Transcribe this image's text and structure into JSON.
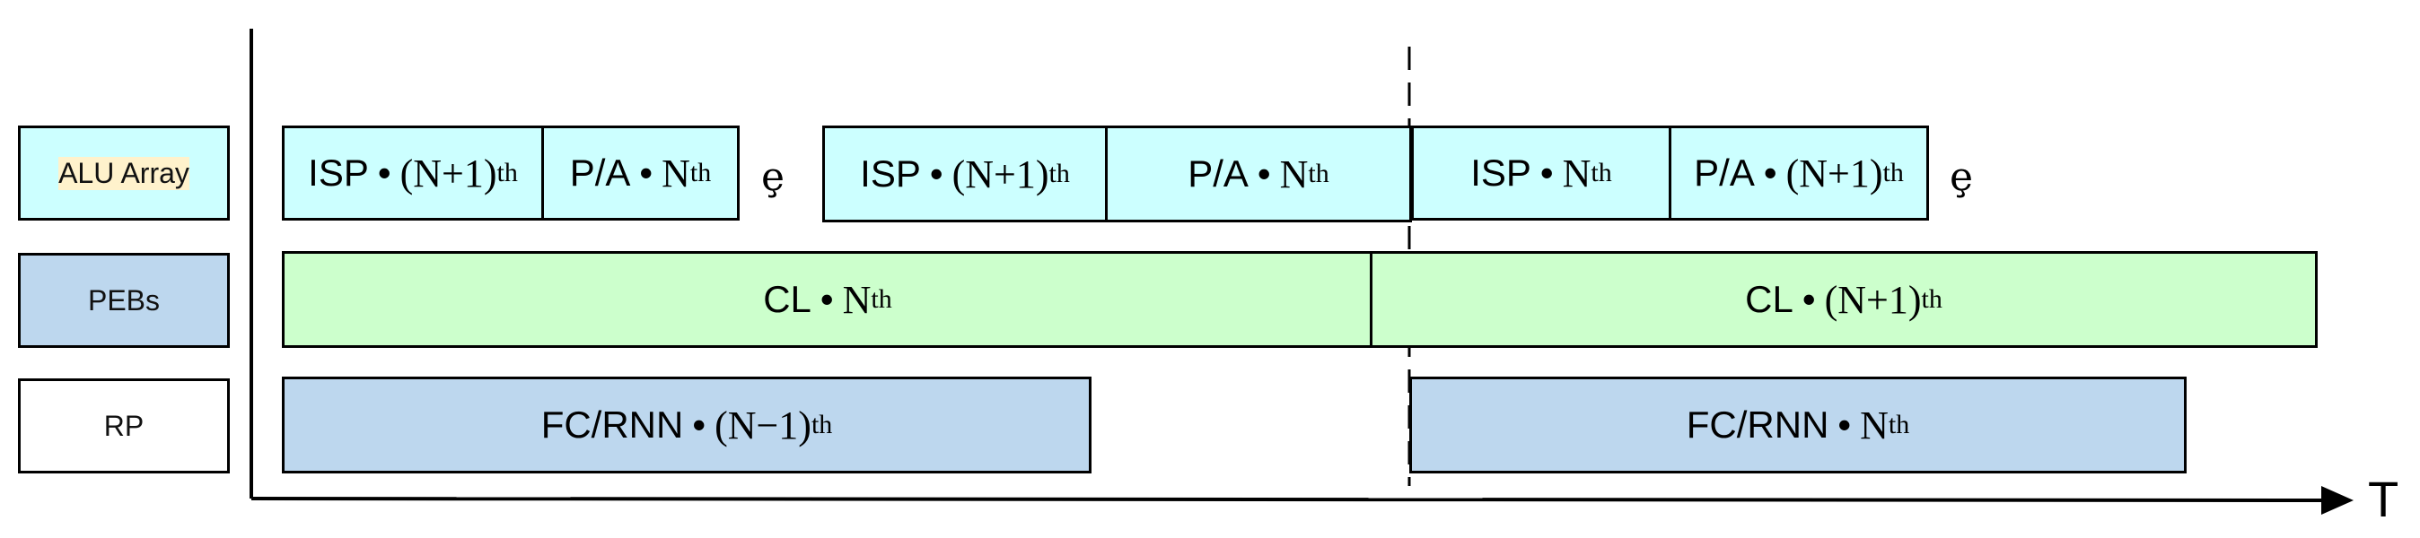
{
  "rows": [
    {
      "id": "alu",
      "label": "ALU Array",
      "color": "#ccffff"
    },
    {
      "id": "pebs",
      "label": "PEBs",
      "color": "#fff2cc"
    },
    {
      "id": "rp",
      "label": "RP",
      "color": "#bdd7ee"
    }
  ],
  "task_colors": {
    "alu": "#ccffff",
    "pebs": "#ccffcc",
    "rp": "#bdd7ee"
  },
  "tasks": {
    "alu": [
      {
        "name": "ISP",
        "index": "(N+1)",
        "suffix": "th"
      },
      {
        "name": "P/A",
        "index": "N",
        "suffix": "th"
      },
      {
        "name": "ISP",
        "index": "(N+1)",
        "suffix": "th"
      },
      {
        "name": "P/A",
        "index": "N",
        "suffix": "th"
      },
      {
        "name": "ISP",
        "index": "N",
        "suffix": "th"
      },
      {
        "name": "P/A",
        "index": "(N+1)",
        "suffix": "th"
      }
    ],
    "pebs": [
      {
        "name": "CL",
        "index": "N",
        "suffix": "th"
      },
      {
        "name": "CL",
        "index": "(N+1)",
        "suffix": "th"
      }
    ],
    "rp": [
      {
        "name": "FC/RNN",
        "index": "(N−1)",
        "suffix": "th"
      },
      {
        "name": "FC/RNN",
        "index": "N",
        "suffix": "th"
      }
    ]
  },
  "gap_glyph": "ȩ",
  "axis_label": "T"
}
